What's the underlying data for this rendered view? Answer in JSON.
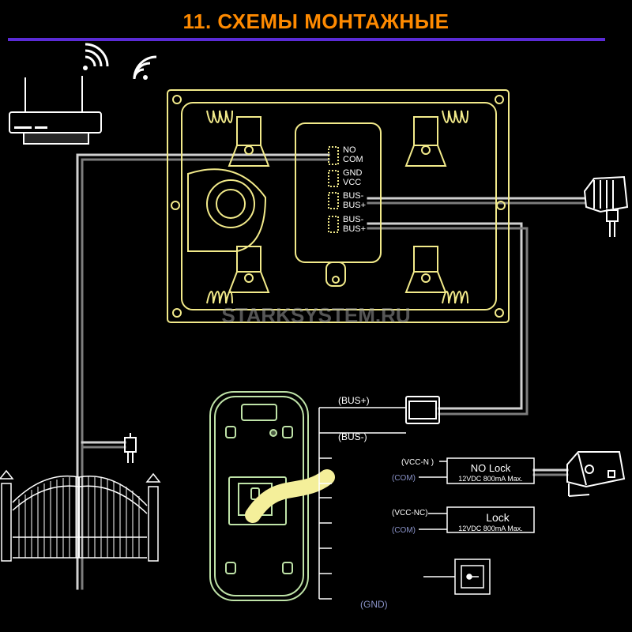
{
  "title": "11. СХЕМЫ МОНТАЖНЫЕ",
  "watermark": "STARKSYSTEM.RU",
  "monitor": {
    "terminals": {
      "no": "NO",
      "com": "COM",
      "gnd": "GND",
      "vcc": "VCC",
      "bus_minus_1": "BUS-",
      "bus_plus_1": "BUS+",
      "bus_minus_2": "BUS-",
      "bus_plus_2": "BUS+"
    }
  },
  "panel": {
    "bus_plus": "(BUS+)",
    "bus_minus": "(BUS-)",
    "gnd": "(GND)"
  },
  "no_lock": {
    "vcc": "(VCC-N )",
    "com": "(COM)",
    "title": "NO Lock",
    "spec": "12VDC 800mA Max."
  },
  "nc_lock": {
    "vcc": "(VCC-NC)",
    "com": "(COM)",
    "title": "Lock",
    "spec": "12VDC 800mA Max."
  },
  "colors": {
    "title": "#ff8a00",
    "divider": "#5b2bd6",
    "monitor_outline": "#f2ea8a",
    "panel_outline": "#bfe3a8",
    "cable": "#c9c9c9",
    "text": "#ffffff",
    "label_gray": "#8a93c9",
    "watermark": "#9a9a9a"
  },
  "icons": [
    "router-icon",
    "wifi-icon",
    "power-adapter-icon",
    "gate-icon",
    "lock-icon",
    "exit-button-icon"
  ]
}
